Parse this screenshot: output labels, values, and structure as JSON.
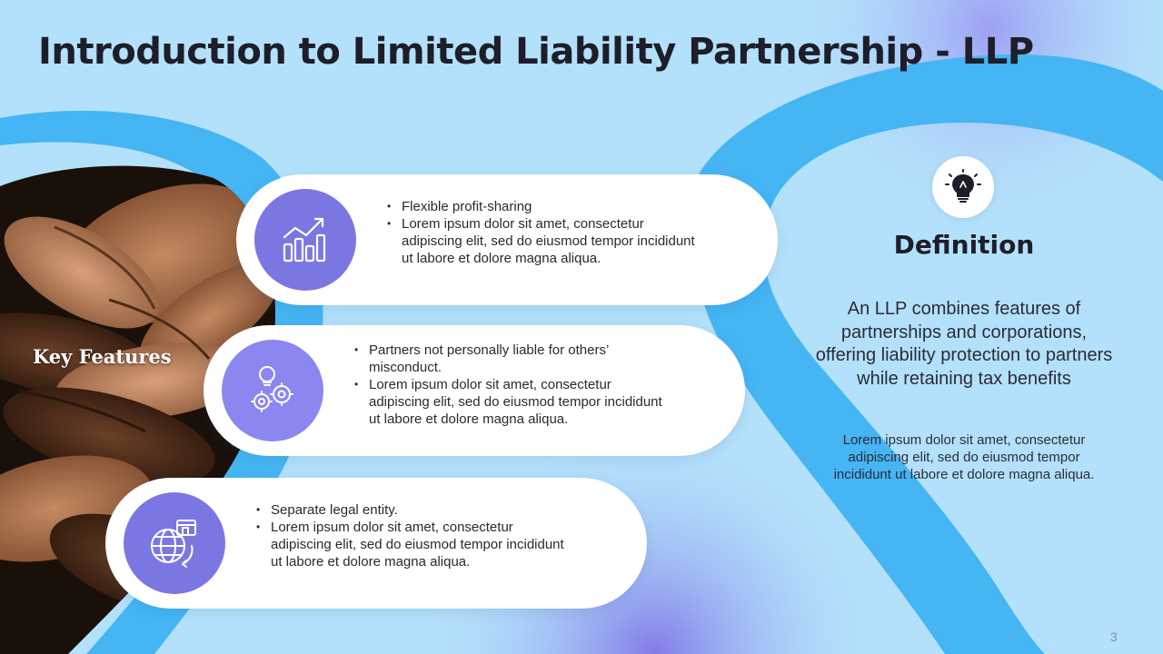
{
  "slide": {
    "title": "Introduction to Limited Liability Partnership - LLP",
    "page_number": "3"
  },
  "key_features": {
    "label": "Key Features",
    "items": [
      {
        "icon": "growth-chart-icon",
        "accent": "#7b77e2",
        "bullets": [
          "Flexible profit-sharing",
          "Lorem ipsum dolor sit amet, consectetur adipiscing elit, sed do eiusmod tempor incididunt ut labore et dolore magna aliqua."
        ]
      },
      {
        "icon": "idea-gears-icon",
        "accent": "#8b87f0",
        "bullets": [
          "Partners not personally liable for others’ misconduct.",
          "Lorem ipsum dolor sit amet, consectetur adipiscing elit, sed do eiusmod tempor incididunt ut labore et dolore magna aliqua."
        ]
      },
      {
        "icon": "globe-shop-icon",
        "accent": "#7b77e2",
        "bullets": [
          "Separate legal entity.",
          "Lorem ipsum dolor sit amet, consectetur adipiscing elit, sed do eiusmod tempor incididunt ut labore et dolore magna aliqua."
        ]
      }
    ]
  },
  "definition": {
    "icon": "lightbulb-icon",
    "title": "Definition",
    "main_text": "An LLP combines features of partnerships and corporations, offering liability protection to partners while retaining tax benefits",
    "sub_text": "Lorem ipsum dolor sit amet, consectetur adipiscing elit, sed do eiusmod tempor incididunt ut labore et dolore magna aliqua."
  },
  "colors": {
    "background": "#b3e1fb",
    "ribbon": "#45b5f4",
    "accent_purple": "#7b77e2",
    "title_text": "#1e1e2a"
  }
}
